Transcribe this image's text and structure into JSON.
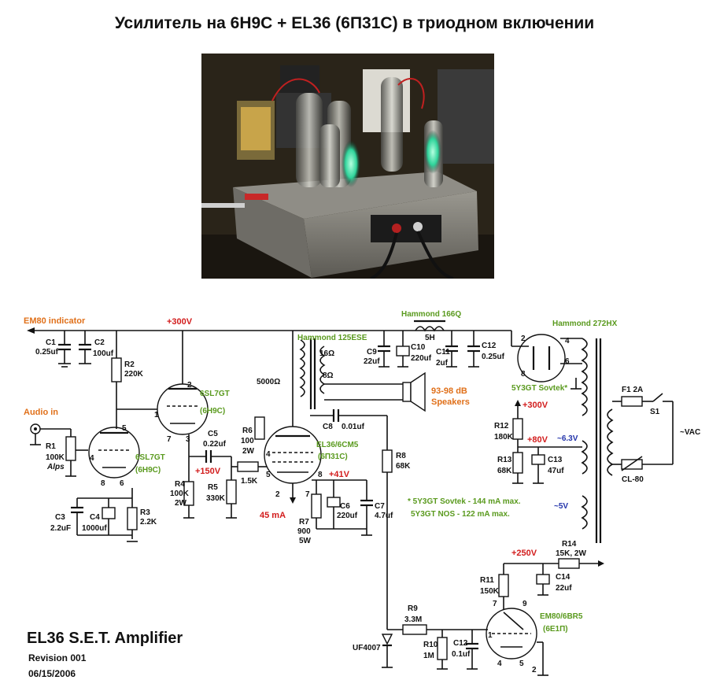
{
  "title": "Усилитель на 6Н9С + EL36 (6П31С) в триодном включении",
  "labels": {
    "em80_indicator": "EM80 indicator",
    "b300_top": "+300V",
    "hammond_1660": "Hammond 166Q",
    "hammond_272": "Hammond 272HX",
    "c1": "C1",
    "c1v": "0.25uf",
    "c2": "C2",
    "c2v": "100uf",
    "r2": "R2",
    "r2v": "220K",
    "v1a": "6SL7GT",
    "v1a_ru": "(6H9C)",
    "audio_in": "Audio in",
    "r1": "R1",
    "r1v": "100K",
    "r1b": "Alps",
    "v1b": "6SL7GT",
    "v1b_ru": "(6H9C)",
    "c3": "C3",
    "c3v": "2.2uF",
    "c4": "C4",
    "c4v": "1000uf",
    "r3": "R3",
    "r3v": "2.2K",
    "r4": "R4",
    "r4v": "100K",
    "r4w": "2W",
    "c5": "C5",
    "c5v": "0.22uf",
    "b150": "+150V",
    "r5": "R5",
    "r5v": "330K",
    "r15k": "1.5K",
    "r6": "R6",
    "r6v": "100",
    "r6w": "2W",
    "hammond_125": "Hammond 125ESE",
    "ohm16": "16Ω",
    "ohm8": "8Ω",
    "ohm5000": "5000Ω",
    "c9": "C9",
    "c9v": "22uf",
    "c10": "C10",
    "c10v": "220uf",
    "l5h": "5H",
    "c11": "C11",
    "c11v": "2uf",
    "c12": "C12",
    "c12v": "0.25uf",
    "speakers_db": "93-98 dB",
    "speakers": "Speakers",
    "c8": "C8",
    "c8v": "0.01uf",
    "el36": "EL36/6CM5",
    "el36_ru": "(6П31С)",
    "b41": "+41V",
    "r7": "R7",
    "r7v": "900",
    "r7w": "5W",
    "c6": "C6",
    "c6v": "220uf",
    "c7": "C7",
    "c7v": "4.7uf",
    "ma45": "45 mA",
    "r8": "R8",
    "r8v": "68K",
    "rect": "5Y3GT Sovtek*",
    "r12": "R12",
    "r12v": "180K",
    "b300_ps": "+300V",
    "b80": "+80V",
    "v63": "~6.3V",
    "r13": "R13",
    "r13v": "68K",
    "c13": "C13",
    "c13v": "47uf",
    "f1": "F1 2A",
    "s1": "S1",
    "vac": "~VAC",
    "cl80": "CL-80",
    "v5": "~5V",
    "note1": "* 5Y3GT Sovtek - 144 mA max.",
    "note2": "5Y3GT NOS - 122 mA max.",
    "b250": "+250V",
    "r14": "R14",
    "r14v": "15K, 2W",
    "r11": "R11",
    "r11v": "150K",
    "c14": "C14",
    "c14v": "22uf",
    "em80": "EM80/6BR5",
    "em80_ru": "(6E1П)",
    "r9": "R9",
    "r9v": "3.3M",
    "uf4007": "UF4007",
    "r10": "R10",
    "r10v": "1M",
    "c12b": "C12",
    "c12bv": "0.1uf"
  },
  "footer": {
    "title": "EL36 S.E.T. Amplifier",
    "revision": "Revision 001",
    "date": "06/15/2006"
  }
}
